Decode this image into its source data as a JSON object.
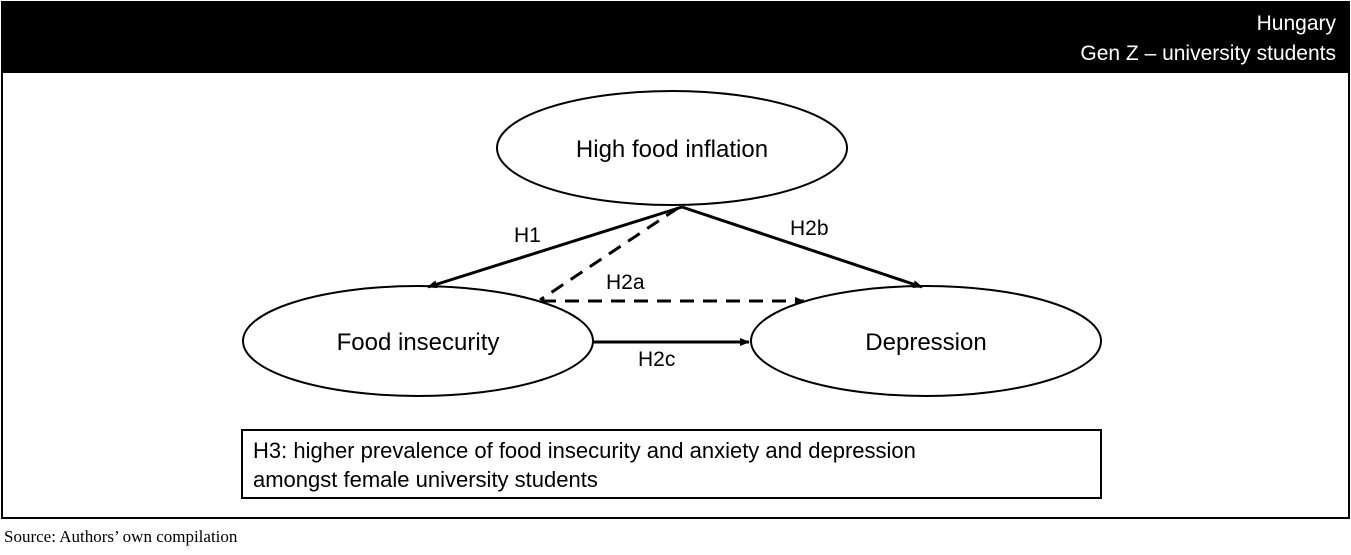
{
  "header": {
    "line1": "Hungary",
    "line2": "Gen Z – university students"
  },
  "nodes": {
    "inflation": "High food inflation",
    "insecurity": "Food insecurity",
    "depression": "Depression"
  },
  "edges": {
    "h1": "H1",
    "h2a": "H2a",
    "h2b": "H2b",
    "h2c": "H2c"
  },
  "hypothesis_box": {
    "line1": "H3: higher prevalence of food insecurity and anxiety and depression",
    "line2": "amongst female university students"
  },
  "source": "Source: Authors’ own compilation",
  "colors": {
    "ink": "#000000",
    "background": "#ffffff",
    "header_text": "#ffffff"
  }
}
